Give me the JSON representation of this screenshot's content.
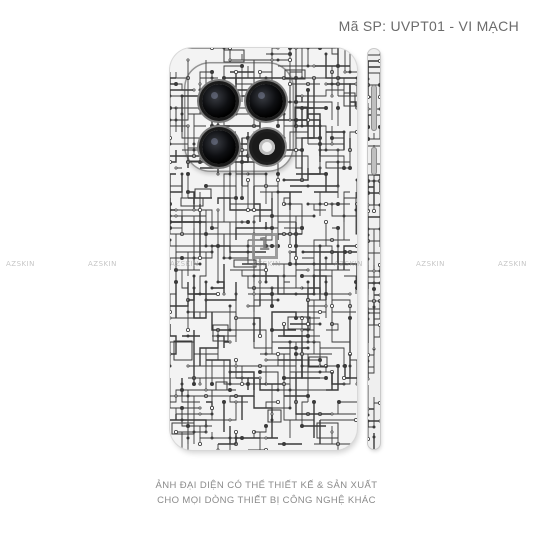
{
  "header": {
    "product_code": "Mã SP: UVPT01 - VI MẠCH"
  },
  "watermark": {
    "text": "AZSKIN"
  },
  "caption": {
    "line1": "ẢNH ĐẠI DIỆN CÓ THỂ THIẾT KẾ & SẢN XUẤT",
    "line2": "CHO MỌI DÒNG THIẾT BỊ CÔNG NGHỆ KHÁC"
  },
  "colors": {
    "skin_base": "#f3f3f3",
    "trace": "#3a3a3a",
    "caption": "#8a8a8a"
  },
  "icons": {
    "lens": "camera-lens-icon",
    "flash": "camera-flash-icon",
    "logo": "brand-logo-icon"
  }
}
